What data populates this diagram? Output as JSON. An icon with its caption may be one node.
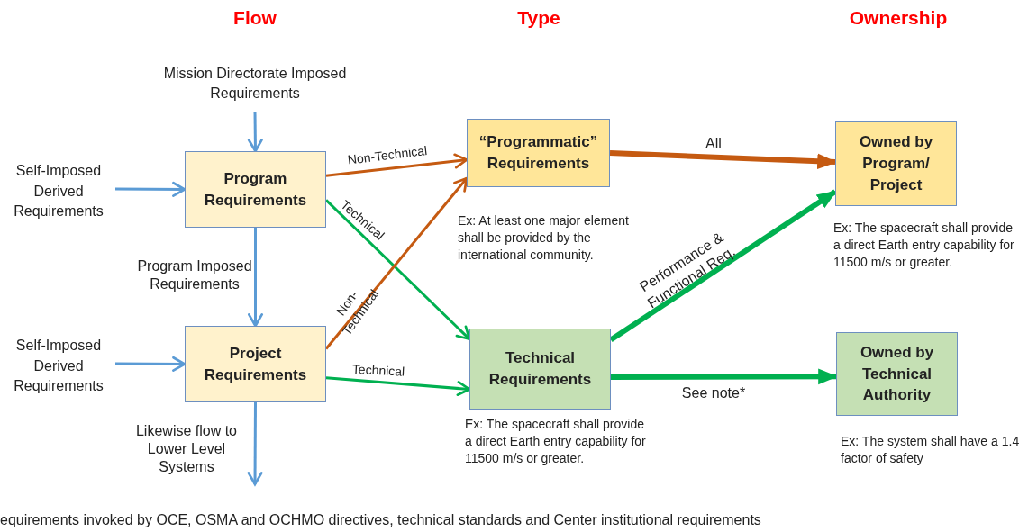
{
  "diagram": {
    "nodes": [
      {
        "text": [
          "Mission Directorate Imposed Requirements"
        ]
      },
      {
        "text": [
          "Self-Imposed Derived Requirements"
        ]
      },
      {
        "text": [
          "Program Requirements"
        ]
      },
      {
        "text": [
          "“Programmatic” Requirements"
        ],
        "beside": [
          "Ex:  At least one major element shall be provided by the international community."
        ]
      },
      {
        "text": [
          "Owned by Program/ Project"
        ],
        "beside": [
          "Ex:  The spacecraft shall provide a direct Earth entry capability for 11500 m/s or greater."
        ]
      },
      {
        "text": [
          "Self-Imposed Derived Requirements"
        ]
      },
      {
        "text": [
          "Project Requirements"
        ]
      },
      {
        "text": [
          "Technical Requirements"
        ],
        "beside": [
          "Ex:  The spacecraft shall provide a direct Earth entry capability for 11500 m/s or greater."
        ]
      },
      {
        "text": [
          "Owned by Technical Authority"
        ],
        "beside": [
          "Ex:  The system shall have a 1.4 factor of safety"
        ]
      }
    ],
    "edges": [
      {
        "from": 0,
        "to": 2,
        "arrow": "to",
        "color": "#5b9bd5"
      },
      {
        "from": 1,
        "to": 2,
        "arrow": "to",
        "color": "#5b9bd5"
      },
      {
        "from": 2,
        "to": 6,
        "arrow": "to",
        "color": "#5b9bd5",
        "label": "Program Imposed Requirements"
      },
      {
        "from": 5,
        "to": 6,
        "arrow": "to",
        "color": "#5b9bd5"
      },
      {
        "from": 6,
        "to": null,
        "arrow": "to",
        "color": "#5b9bd5",
        "label": "Likewise flow to Lower Level Systems"
      },
      {
        "from": 2,
        "to": 3,
        "arrow": "to",
        "color": "#c55a11",
        "label": "Non-Technical"
      },
      {
        "from": 2,
        "to": 7,
        "arrow": "to",
        "color": "#00b050",
        "label": "Technical"
      },
      {
        "from": 6,
        "to": 3,
        "arrow": "to",
        "color": "#c55a11",
        "label": "Non-Technical"
      },
      {
        "from": 6,
        "to": 7,
        "arrow": "to",
        "color": "#00b050",
        "label": "Technical"
      },
      {
        "from": 3,
        "to": 4,
        "arrow": "to",
        "color": "#c55a11",
        "style": "thick",
        "label": "All"
      },
      {
        "from": 7,
        "to": 4,
        "arrow": "to",
        "color": "#00b050",
        "style": "thick",
        "label": "Performance & Functional Req."
      },
      {
        "from": 7,
        "to": 8,
        "arrow": "to",
        "color": "#00b050",
        "style": "thick",
        "label": "See note*"
      }
    ],
    "labels": [
      "Flow",
      "Type",
      "Ownership",
      "equirements invoked by OCE, OSMA and OCHMO directives, technical standards  and Center institutional requirements"
    ]
  }
}
